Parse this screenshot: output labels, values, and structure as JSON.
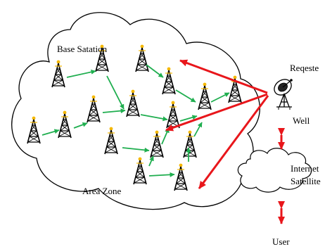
{
  "labels": {
    "base_station": "Base Satation",
    "area_zone": "Area Zone",
    "request": "Reqeste",
    "well": "Well",
    "internet": "Internet",
    "satellite": "Satellite",
    "user": "User"
  },
  "colors": {
    "cloud_outline": "#000000",
    "tower": "#000000",
    "tower_light": "#f5b800",
    "link_arrow": "#1fae4f",
    "request_arrow": "#e8161b",
    "bidirectional_arrow": "#e8161b"
  },
  "icons": {
    "tower": "cell-tower-icon",
    "dish": "satellite-dish-icon",
    "cloud": "internet-cloud-icon"
  }
}
